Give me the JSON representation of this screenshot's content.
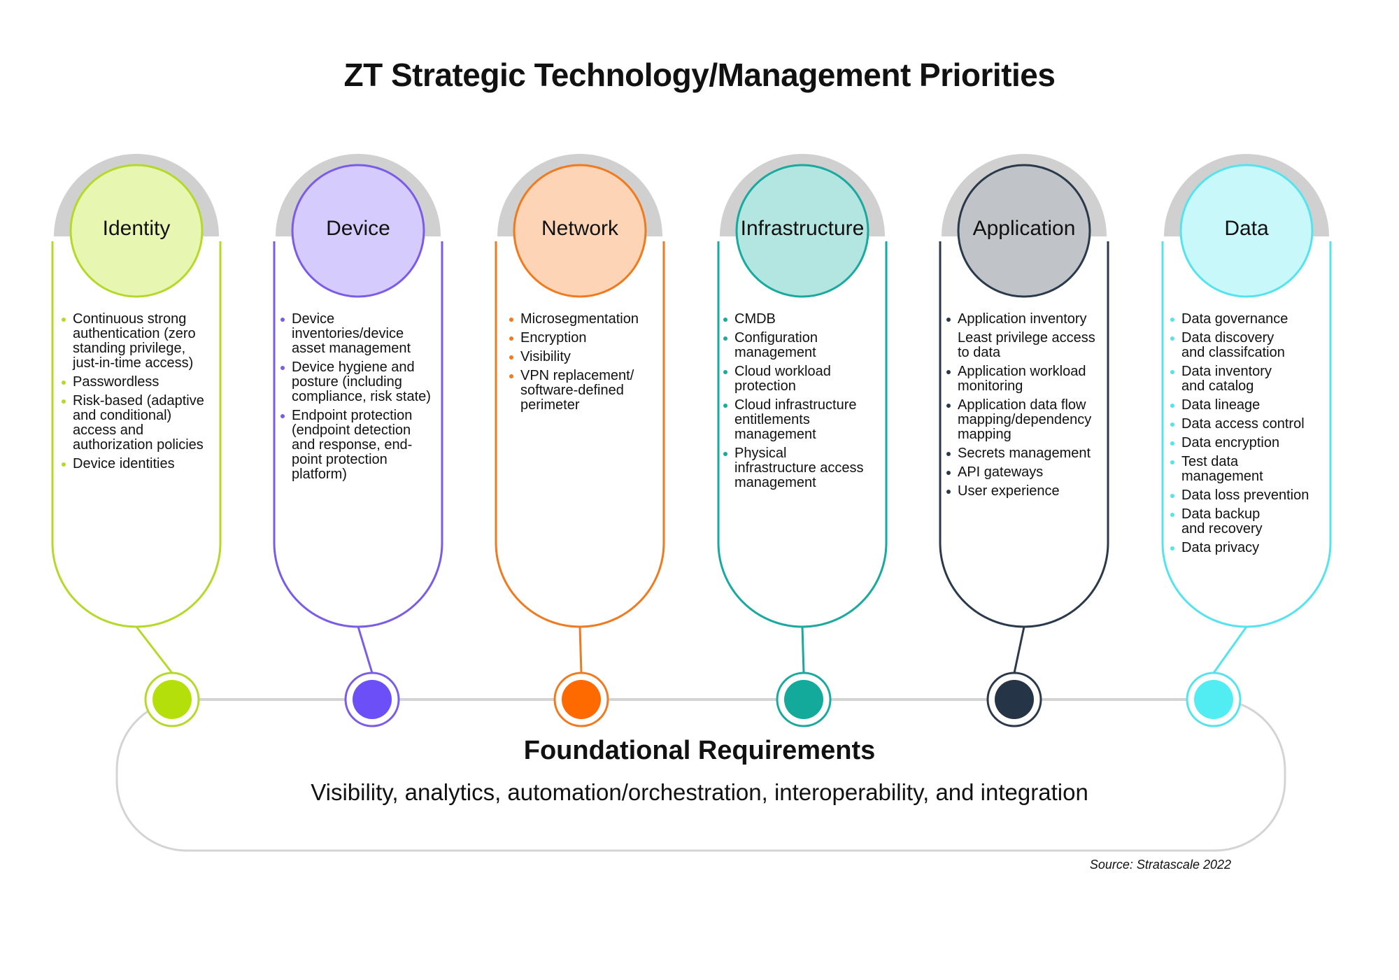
{
  "title": "ZT Strategic Technology/Management Priorities",
  "pillars": [
    {
      "name": "Identity",
      "stroke": "#b5d92b",
      "fill": "#e7f7b2",
      "node": "#b5df0a",
      "items": [
        [
          "Continuous strong",
          "authentication (zero",
          "standing privilege,",
          "just-in-time access)"
        ],
        [
          "Passwordless"
        ],
        [
          "Risk-based (adaptive",
          "and conditional)",
          "access and",
          "authorization policies"
        ],
        [
          "Device identities"
        ]
      ]
    },
    {
      "name": "Device",
      "stroke": "#7b5ce8",
      "fill": "#d5cbfd",
      "node": "#6c4ff7",
      "items": [
        [
          "Device",
          "inventories/device",
          "asset management"
        ],
        [
          "Device hygiene and",
          "posture (including",
          "compliance, risk state)"
        ],
        [
          "Endpoint protection",
          "(endpoint detection",
          "and response, end-",
          "point protection",
          "platform)"
        ]
      ]
    },
    {
      "name": "Network",
      "stroke": "#f07a1f",
      "fill": "#fdd5b6",
      "node": "#ff6a00",
      "items": [
        [
          "Microsegmentation"
        ],
        [
          "Encryption"
        ],
        [
          "Visibility"
        ],
        [
          "VPN replacement/",
          "software-defined",
          "perimeter"
        ]
      ]
    },
    {
      "name": "Infrastructure",
      "stroke": "#1aa99e",
      "fill": "#b3e5e1",
      "node": "#13aa9c",
      "items": [
        [
          "CMDB"
        ],
        [
          "Configuration",
          "management"
        ],
        [
          "Cloud workload",
          "protection"
        ],
        [
          "Cloud infrastructure",
          "entitlements",
          "management"
        ],
        [
          "Physical",
          "infrastructure access",
          "management"
        ]
      ]
    },
    {
      "name": "Application",
      "stroke": "#2b3a4a",
      "fill": "#c0c4c8",
      "node": "#253446",
      "items": [
        [
          "Application inventory"
        ],
        [
          "Least privilege access",
          "to data"
        ],
        [
          "Application workload",
          "monitoring"
        ],
        [
          "Application data flow",
          "mapping/dependency",
          "mapping"
        ],
        [
          "Secrets management"
        ],
        [
          "API gateways"
        ],
        [
          "User experience"
        ]
      ]
    },
    {
      "name": "Data",
      "stroke": "#55e3ee",
      "fill": "#c9f8fa",
      "node": "#52edf2",
      "items": [
        [
          "Data governance"
        ],
        [
          "Data discovery",
          "and classifcation"
        ],
        [
          "Data inventory",
          "and catalog"
        ],
        [
          "Data lineage"
        ],
        [
          "Data access control"
        ],
        [
          "Data encryption"
        ],
        [
          "Test data",
          "management"
        ],
        [
          "Data loss prevention"
        ],
        [
          "Data backup",
          "and recovery"
        ],
        [
          "Data privacy"
        ]
      ]
    }
  ],
  "bullet_dots": [
    true,
    false,
    true,
    false,
    true,
    true,
    true,
    true,
    true,
    true
  ],
  "foundation": {
    "title": "Foundational Requirements",
    "subtitle": "Visibility, analytics, automation/orchestration, interoperability, and integration"
  },
  "source": "Source: Stratascale 2022",
  "colors": {
    "arc": "#d0d0d0",
    "rail": "#d4d4d4"
  }
}
